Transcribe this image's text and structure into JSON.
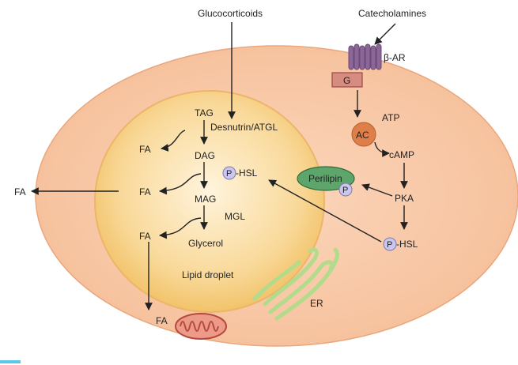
{
  "labels": {
    "glucocorticoids": "Glucocorticoids",
    "catecholamines": "Catecholamines",
    "beta_ar": "β-AR",
    "g_protein": "G",
    "ac": "AC",
    "atp": "ATP",
    "camp": "cAMP",
    "pka": "PKA",
    "perilipin": "Perilipin",
    "p": "P",
    "p_hsl_text": "-HSL",
    "tag": "TAG",
    "dag": "DAG",
    "mag": "MAG",
    "glycerol": "Glycerol",
    "desnutrin_atgl": "Desnutrin/ATGL",
    "mgl": "MGL",
    "fa": "FA",
    "lipid_droplet": "Lipid droplet",
    "er": "ER"
  },
  "colors": {
    "cell_fill": "#f8c8a6",
    "cell_stroke": "#e9a47a",
    "droplet_center": "#fff2d4",
    "droplet_edge": "#f2c46a",
    "receptor": "#8e6a98",
    "g_box": "#d98b82",
    "ac_circle": "#e08350",
    "perilipin": "#5aa56a",
    "phospho": "#c9c4ec",
    "mito_fill": "#e88f80",
    "mito_stroke": "#b5443a",
    "er": "#a7d682"
  }
}
